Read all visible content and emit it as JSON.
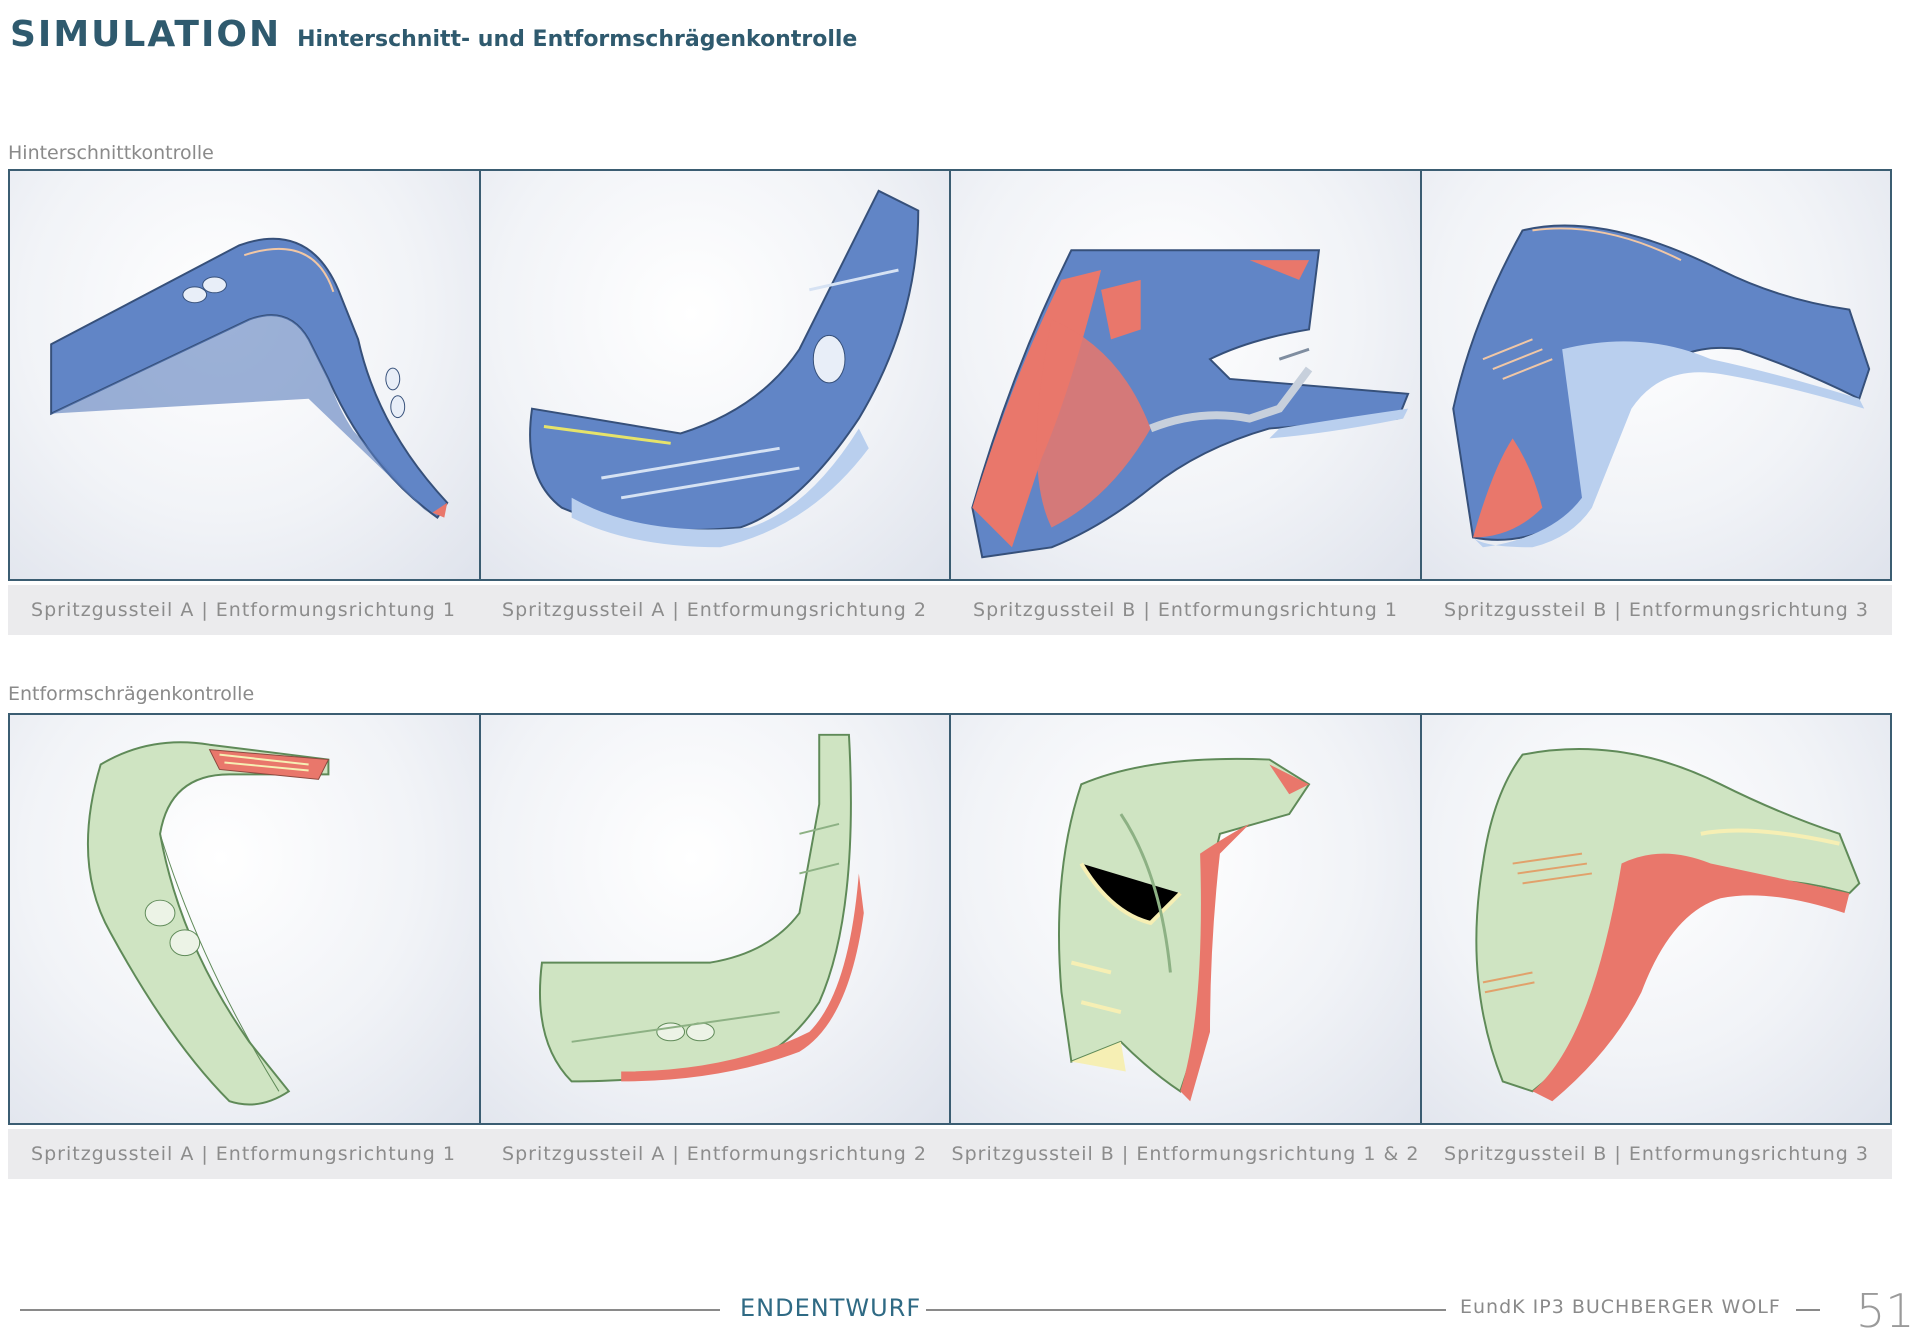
{
  "header": {
    "title": "SIMULATION",
    "subtitle": "Hinterschnitt- und Entformschrägenkontrolle"
  },
  "sections": [
    {
      "label": "Hinterschnittkontrolle",
      "captions": [
        "Spritzgussteil A  |  Entformungsrichtung 1",
        "Spritzgussteil A  |  Entformungsrichtung 2",
        "Spritzgussteil B  |  Entformungsrichtung 1",
        "Spritzgussteil B  |  Entformungsrichtung 3"
      ]
    },
    {
      "label": "Entformschrägenkontrolle",
      "captions": [
        "Spritzgussteil A  |  Entformungsrichtung 1",
        "Spritzgussteil A  |  Entformungsrichtung 2",
        "Spritzgussteil B  |  Entformungsrichtung 1 & 2",
        "Spritzgussteil B  |  Entformungsrichtung 3"
      ]
    }
  ],
  "footer": {
    "center": "ENDENTWURF",
    "right": "EundK  IP3  BUCHBERGER WOLF",
    "page": "51"
  },
  "colors": {
    "accent": "#2f5a6e",
    "undercut_blue": "#6185c6",
    "light_blue": "#b9cfee",
    "draft_green": "#cfe4c2",
    "draft_yellow": "#f6efb4",
    "warning_red": "#e9776b"
  }
}
